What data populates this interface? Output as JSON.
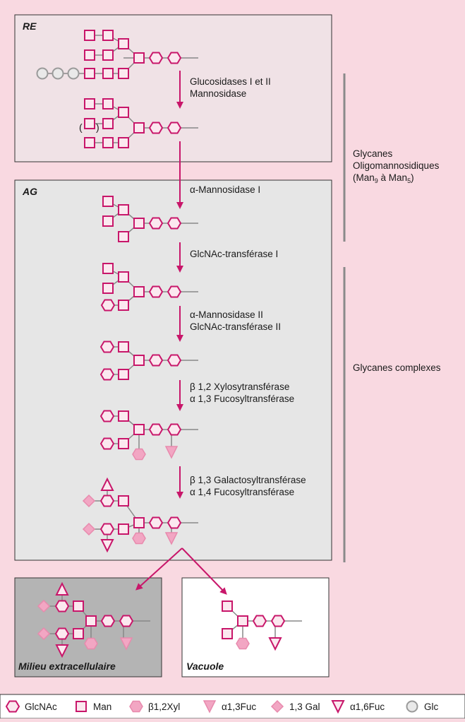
{
  "compartments": {
    "re": "RE",
    "ag": "AG",
    "extracellular": "Milieu extracellulaire",
    "vacuole": "Vacuole"
  },
  "steps": [
    {
      "line1": "Glucosidases I et II",
      "line2": "Mannosidase"
    },
    {
      "line1": "α-Mannosidase I",
      "line2": ""
    },
    {
      "line1": "GlcNAc-transférase I",
      "line2": ""
    },
    {
      "line1": "α-Mannosidase II",
      "line2": "GlcNAc-transférase II"
    },
    {
      "line1": "β 1,2 Xylosytransférase",
      "line2": "α 1,3 Fucosyltransférase"
    },
    {
      "line1": "β 1,3 Galactosyltransférase",
      "line2": "α 1,4 Fucosyltransférase"
    }
  ],
  "groups": {
    "oligo": {
      "line1": "Glycanes",
      "line2": "Oligomannosidiques",
      "line3_pre": "(Man",
      "sub1": "9",
      "line3_mid": " à Man",
      "sub2": "5",
      "line3_post": ")"
    },
    "complex": {
      "label": "Glycanes complexes"
    }
  },
  "legend": [
    {
      "shape": "hexagon",
      "label": "GlcNAc"
    },
    {
      "shape": "square",
      "label": "Man"
    },
    {
      "shape": "hexagon-light",
      "label": "β1,2Xyl"
    },
    {
      "shape": "triangle-down-light",
      "label": "α1,3Fuc"
    },
    {
      "shape": "diamond-light",
      "label": "1,3 Gal"
    },
    {
      "shape": "triangle-down",
      "label": "α1,6Fuc"
    },
    {
      "shape": "circle",
      "label": "Glc"
    }
  ],
  "colors": {
    "background": "#f9d9e1",
    "re_box": "#f0e2e6",
    "ag_box": "#e6e6e6",
    "extracellular_box": "#b4b4b4",
    "vacuole_box": "#ffffff",
    "primary": "#c8166a",
    "light": "#f2a6c3",
    "glc": "#9a9a9a",
    "bracket": "#8a8a8a"
  }
}
